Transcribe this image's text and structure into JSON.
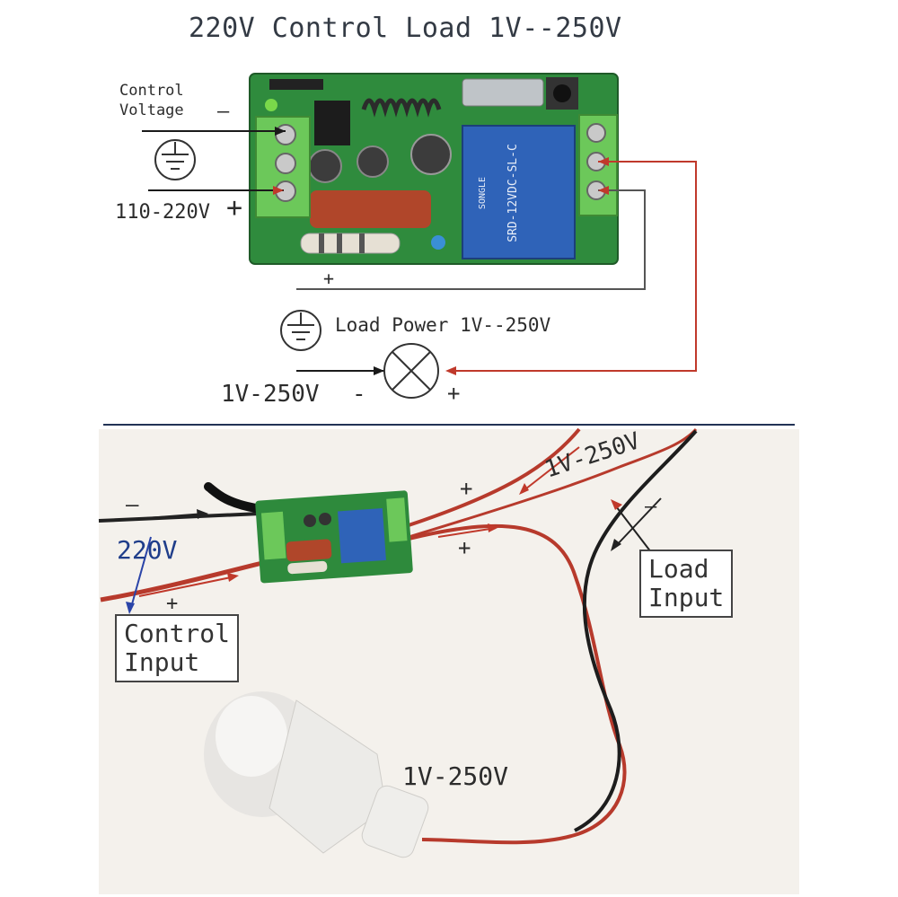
{
  "title": "220V Control Load 1V--250V",
  "top_diagram": {
    "control_voltage": "Control\nVoltage",
    "minus": "—",
    "range_input": "110-220V",
    "plus_input": "+",
    "plus_mid": "+",
    "load_power": "Load Power 1V--250V",
    "load_range": "1V-250V",
    "load_minus": "-",
    "load_plus": "+",
    "relay_text": "SRD-12VDC-SL-C",
    "relay_brand": "SONGLE"
  },
  "bottom_photo": {
    "minus_left": "—",
    "label_220v": "220V",
    "plus_control": "+",
    "control_input": "Control\nInput",
    "plus_upper": "+",
    "plus_lower": "+",
    "range_upper": "1V-250V",
    "minus_right": "—",
    "load_input": "Load\nInput",
    "bulb_range": "1V-250V"
  },
  "colors": {
    "wire_black": "#1a1a1a",
    "wire_red": "#c0392b",
    "pcb_green": "#2e8a3c",
    "terminal_green": "#5ec25a",
    "relay_blue": "#2f63b8",
    "capacitor_red": "#a8432a",
    "arrow_blue": "#2a44a8"
  }
}
